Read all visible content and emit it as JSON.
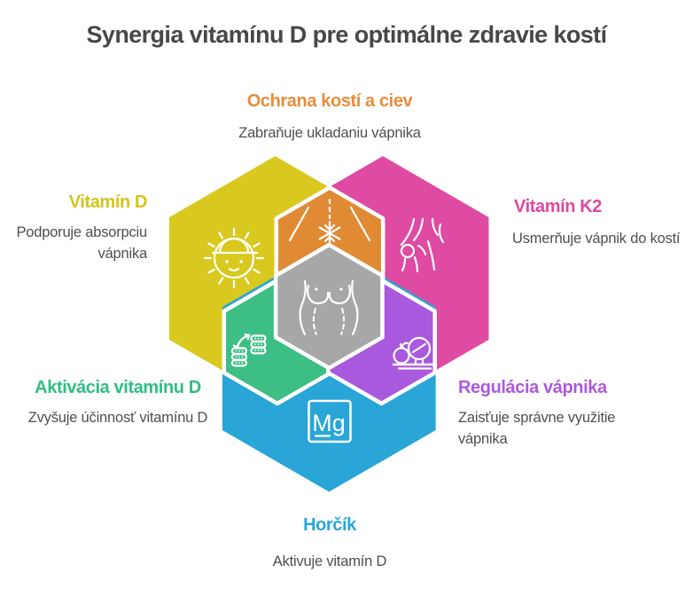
{
  "title": {
    "text": "Synergia vitamínu D pre optimálne zdravie kostí",
    "color": "#474747"
  },
  "center_hexagon": {
    "color": "#a7a7a7",
    "icon": "torso-icon"
  },
  "nodes": {
    "bone_protection": {
      "heading": "Ochrana kostí a ciev",
      "description": "Zabraňuje ukladaniu vápnika",
      "accent_color": "#e78d3b",
      "hexagon_color": "#e08a33",
      "icon": "snowflake-icon"
    },
    "vitamin_d": {
      "heading": "Vitamín D",
      "description": "Podporuje absorpciu vápnika",
      "accent_color": "#d4c41e",
      "hexagon_color": "#d9c91f",
      "icon": "sun-icon"
    },
    "vitamin_k2": {
      "heading": "Vitamín K2",
      "description": "Usmerňuje vápnik do kostí",
      "accent_color": "#df48a1",
      "hexagon_color": "#df4aa3",
      "icon": "joint-icon"
    },
    "vitamin_d_activation": {
      "heading": "Aktivácia vitamínu D",
      "description": "Zvyšuje účinnosť vitamínu D",
      "accent_color": "#2fbe81",
      "hexagon_color": "#3cbe85",
      "icon": "conversion-icon"
    },
    "calcium_regulation": {
      "heading": "Regulácia vápnika",
      "description": "Zaisťuje správne využitie vápnika",
      "accent_color": "#ab5ae0",
      "hexagon_color": "#a959dd",
      "icon": "scale-icon"
    },
    "magnesium": {
      "heading": "Horčík",
      "description": "Aktivuje vitamín D",
      "accent_color": "#29a6d9",
      "hexagon_color": "#29a5d8",
      "icon": "mg-icon",
      "symbol": "Mg"
    }
  }
}
